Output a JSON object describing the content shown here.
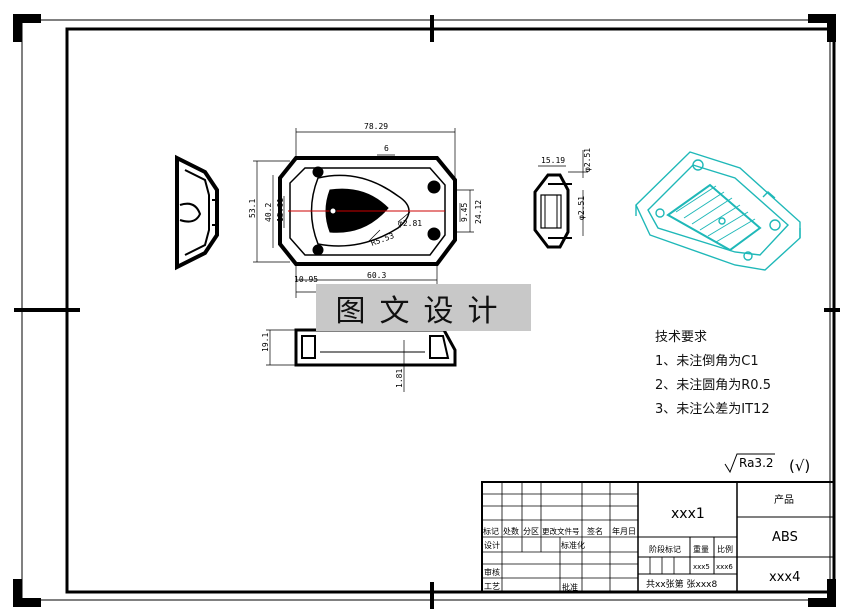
{
  "dimensions": {
    "width_total": "78.29",
    "d6": "6",
    "h53": "53.1",
    "h40": "40.2",
    "h15": "15.01",
    "d281": "φ2.81",
    "r553": "R5.53",
    "d945": "9.45",
    "d2412": "24.12",
    "d1095": "10.95",
    "d603": "60.3",
    "side_1519": "15.19",
    "side_phi1": "φ2.51",
    "side_phi2": "φ2.51",
    "front_191": "19.1",
    "front_181": "1.81"
  },
  "watermark": "图文设计",
  "tech_requirements": {
    "title": "技术要求",
    "items": [
      "1、未注倒角为C1",
      "2、未注圆角为R0.5",
      "3、未注公差为IT12"
    ]
  },
  "roughness": {
    "value": "Ra3.2",
    "paren": "(√)"
  },
  "title_block": {
    "part_name": "xxx1",
    "product_label": "产品",
    "material": "ABS",
    "drawing_no": "xxx4",
    "rev_headers": [
      "标记",
      "处数",
      "分区",
      "更改文件号",
      "签名",
      "年月日"
    ],
    "design_label": "设计",
    "standardize_label": "标准化",
    "review_label": "审核",
    "process_label": "工艺",
    "approve_label": "批准",
    "stage_label": "阶段标记",
    "weight_label": "重量",
    "scale_label": "比例",
    "weight_value": "xxx5",
    "scale_value": "xxx6",
    "sheets_text": "共xx张第 张xxx8"
  },
  "colors": {
    "iso_view": "#1fb8b8",
    "line": "#000000",
    "center_mark": "#cc0000"
  }
}
